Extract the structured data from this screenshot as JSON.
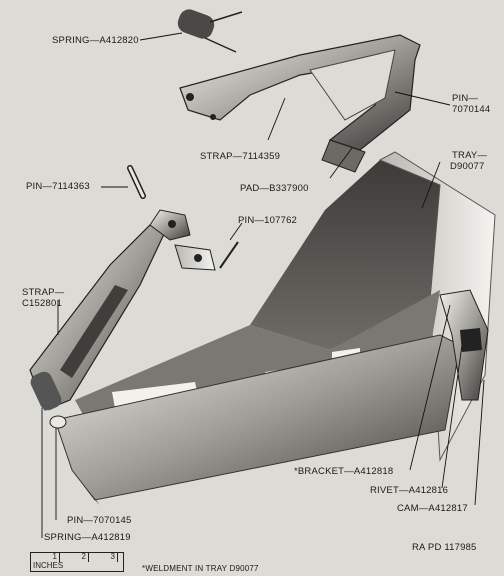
{
  "labels": {
    "spring_top": "SPRING—A412820",
    "pin_right_line1": "PIN—",
    "pin_right_line2": "7070144",
    "strap_top": "STRAP—7114359",
    "tray_line1": "TRAY—",
    "tray_line2": "D90077",
    "pin_left": "PIN—7114363",
    "pad": "PAD—B337900",
    "pin_mid": "PIN—107762",
    "strap_left_line1": "STRAP—",
    "strap_left_line2": "C152801",
    "bracket": "*BRACKET—A412818",
    "rivet": "RIVET—A412816",
    "cam": "CAM—A412817",
    "pin_bottom": "PIN—7070145",
    "spring_bottom": "SPRING—A412819",
    "ra_pd": "RA PD 117985",
    "weldment_note": "*WELDMENT IN TRAY D90077"
  },
  "scale": {
    "unit": "INCHES",
    "ticks": [
      "1",
      "2",
      "3"
    ]
  }
}
